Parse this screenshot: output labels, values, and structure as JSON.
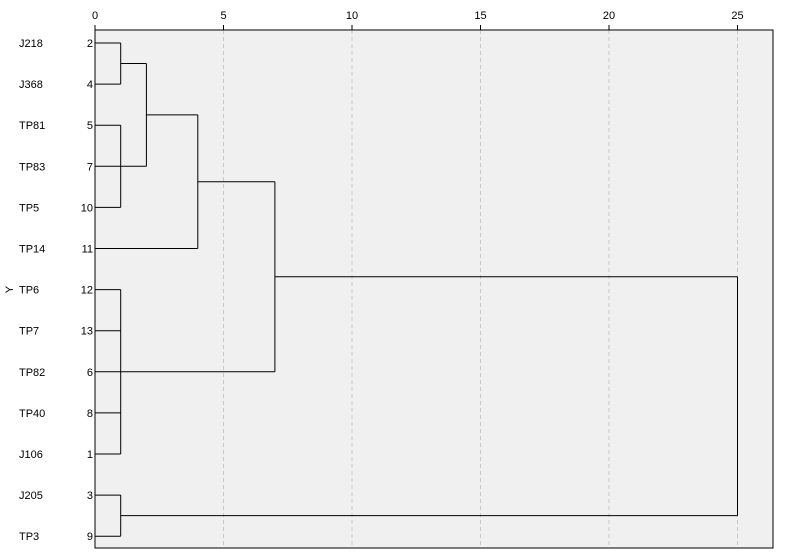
{
  "chart_data": {
    "type": "dendrogram",
    "title": "",
    "xlabel": "",
    "ylabel": "Y",
    "xlim": [
      0,
      26.2
    ],
    "x_ticks": [
      0,
      5,
      10,
      15,
      20,
      25
    ],
    "grid": "vertical-dashed",
    "leaves": [
      {
        "label": "J218",
        "id": "2"
      },
      {
        "label": "J368",
        "id": "4"
      },
      {
        "label": "TP81",
        "id": "5"
      },
      {
        "label": "TP83",
        "id": "7"
      },
      {
        "label": "TP5",
        "id": "10"
      },
      {
        "label": "TP14",
        "id": "11"
      },
      {
        "label": "TP6",
        "id": "12"
      },
      {
        "label": "TP7",
        "id": "13"
      },
      {
        "label": "TP82",
        "id": "6"
      },
      {
        "label": "TP40",
        "id": "8"
      },
      {
        "label": "J106",
        "id": "1"
      },
      {
        "label": "J205",
        "id": "3"
      },
      {
        "label": "TP3",
        "id": "9"
      }
    ],
    "merges": [
      {
        "children": [
          0,
          1
        ],
        "distance": 1
      },
      {
        "children": [
          2,
          3,
          4
        ],
        "distance": 1
      },
      {
        "children": [
          6,
          7,
          8,
          9,
          10
        ],
        "distance": 1
      },
      {
        "children": [
          11,
          12
        ],
        "distance": 1
      },
      {
        "children": [
          "m0",
          "m1"
        ],
        "distance": 2
      },
      {
        "children": [
          "m4",
          5
        ],
        "distance": 4
      },
      {
        "children": [
          "m5",
          "m2"
        ],
        "distance": 7
      },
      {
        "children": [
          "m6",
          "m3"
        ],
        "distance": 25
      }
    ],
    "colors": {
      "plot_bg": "#f0f0f0",
      "line": "#000000",
      "grid": "#c8c8c8"
    }
  }
}
